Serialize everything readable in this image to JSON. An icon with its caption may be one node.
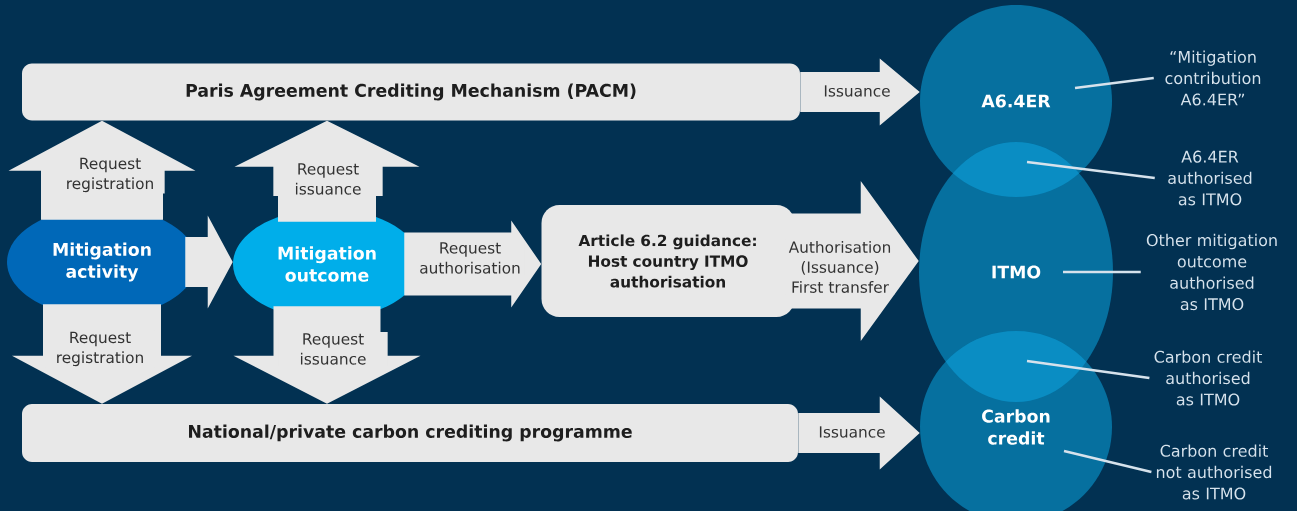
{
  "diagram": {
    "nodes": [
      {
        "text": [
          "Paris Agreement Crediting Mechanism (PACM)"
        ]
      },
      {
        "text": [
          "Mitigation activity"
        ]
      },
      {
        "text": [
          "Mitigation outcome"
        ]
      },
      {
        "text": [
          "Article 6.2 guidance: Host country ITMO authorisation"
        ]
      },
      {
        "text": [
          "National/private carbon crediting programme"
        ]
      },
      {
        "text": [
          "A6.4ER"
        ]
      },
      {
        "text": [
          "ITMO"
        ]
      },
      {
        "text": [
          "Carbon credit"
        ]
      },
      {
        "text": [
          "“Mitigation contribution A6.4ER”"
        ]
      },
      {
        "text": [
          "A6.4ER authorised as ITMO"
        ]
      },
      {
        "text": [
          "Other mitigation outcome authorised as ITMO"
        ]
      },
      {
        "text": [
          "Carbon credit authorised as ITMO"
        ]
      },
      {
        "text": [
          "Carbon credit not authorised as ITMO"
        ]
      }
    ],
    "edges": [
      {
        "from": 0,
        "to": 5,
        "arrow": "to",
        "label": "Issuance"
      },
      {
        "from": 1,
        "to": 0,
        "arrow": "to",
        "label": "Request registration"
      },
      {
        "from": 1,
        "to": 4,
        "arrow": "to",
        "label": "Request registration"
      },
      {
        "from": 1,
        "to": 2,
        "arrow": "to"
      },
      {
        "from": 2,
        "to": 0,
        "arrow": "to",
        "label": "Request issuance"
      },
      {
        "from": 2,
        "to": 4,
        "arrow": "to",
        "label": "Request issuance"
      },
      {
        "from": 2,
        "to": 3,
        "arrow": "to",
        "label": "Request authorisation"
      },
      {
        "from": 3,
        "to": 6,
        "arrow": "to",
        "label": "Authorisation (Issuance) First transfer"
      },
      {
        "from": 4,
        "to": 7,
        "arrow": "to",
        "label": "Issuance"
      },
      {
        "from": 8,
        "to": 5,
        "arrow": "none"
      },
      {
        "from": 9,
        "to": 5,
        "arrow": "none"
      },
      {
        "from": 10,
        "to": 6,
        "arrow": "none"
      },
      {
        "from": 11,
        "to": 7,
        "arrow": "none"
      },
      {
        "from": 12,
        "to": 7,
        "arrow": "none"
      }
    ]
  }
}
